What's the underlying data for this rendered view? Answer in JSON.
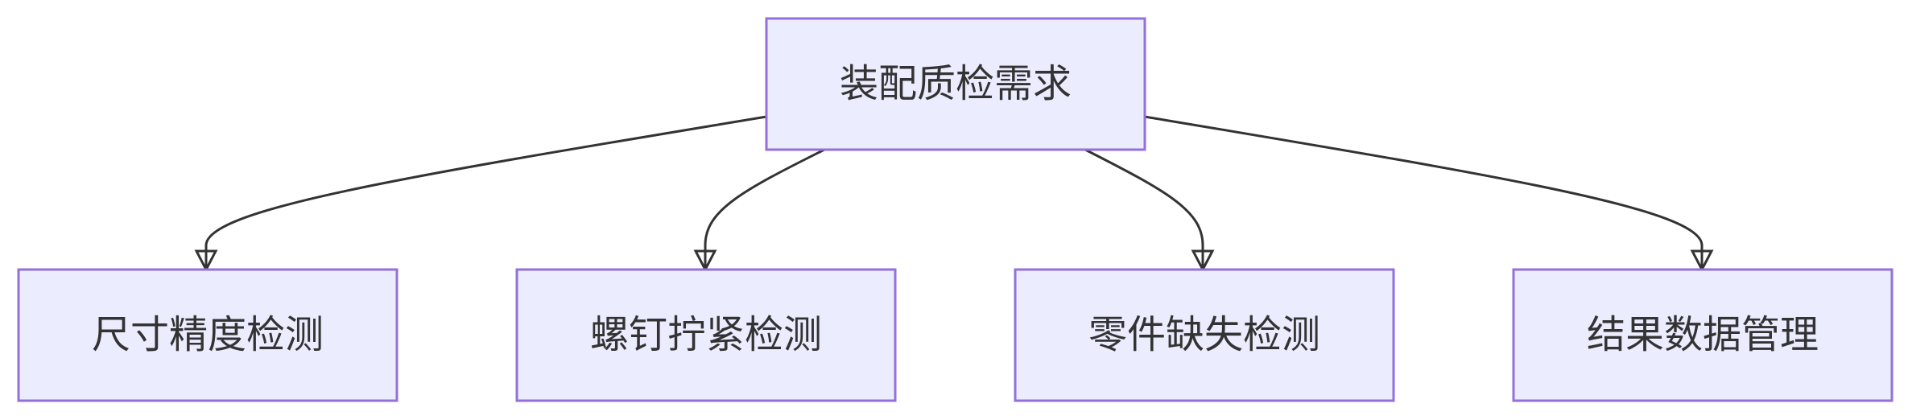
{
  "diagram": {
    "type": "flowchart",
    "root": {
      "label": "装配质检需求"
    },
    "children": [
      {
        "label": "尺寸精度检测"
      },
      {
        "label": "螺钉拧紧检测"
      },
      {
        "label": "零件缺失检测"
      },
      {
        "label": "结果数据管理"
      }
    ],
    "colors": {
      "node_fill": "#ececff",
      "node_stroke": "#9370db",
      "edge": "#333333",
      "text": "#333333"
    }
  }
}
